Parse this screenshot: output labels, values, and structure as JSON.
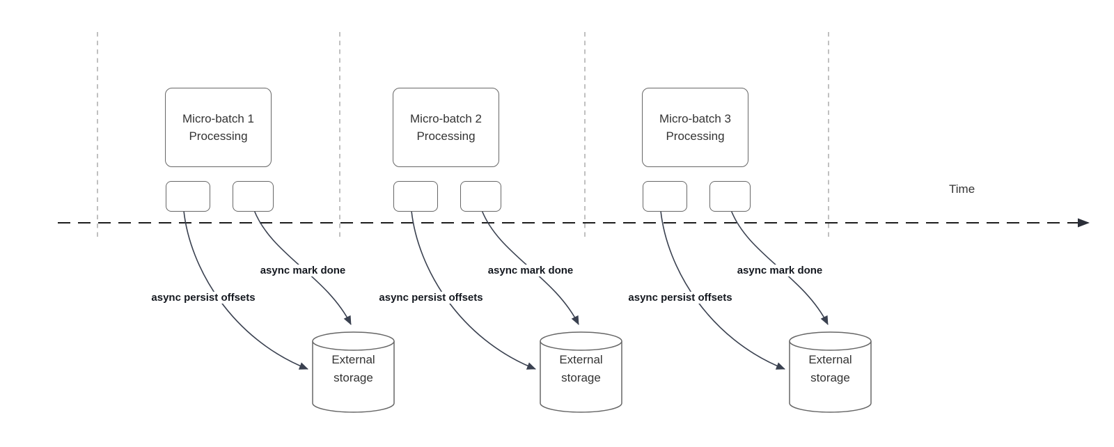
{
  "diagram": {
    "time_label": "Time",
    "groups": [
      {
        "processing_line1": "Micro-batch 1",
        "processing_line2": "Processing",
        "persist_label": "async persist offsets",
        "mark_done_label": "async mark done",
        "storage_line1": "External",
        "storage_line2": "storage"
      },
      {
        "processing_line1": "Micro-batch 2",
        "processing_line2": "Processing",
        "persist_label": "async persist offsets",
        "mark_done_label": "async mark done",
        "storage_line1": "External",
        "storage_line2": "storage"
      },
      {
        "processing_line1": "Micro-batch 3",
        "processing_line2": "Processing",
        "persist_label": "async persist offsets",
        "mark_done_label": "async mark done",
        "storage_line1": "External",
        "storage_line2": "storage"
      }
    ],
    "colors": {
      "background": "#ffffff",
      "shape_border": "#666666",
      "shape_text": "#333333",
      "connector": "#3a4150",
      "bold_label_text": "#14181f",
      "time_axis": "#1c1c1c",
      "guide_line": "#b0b0b0"
    }
  }
}
